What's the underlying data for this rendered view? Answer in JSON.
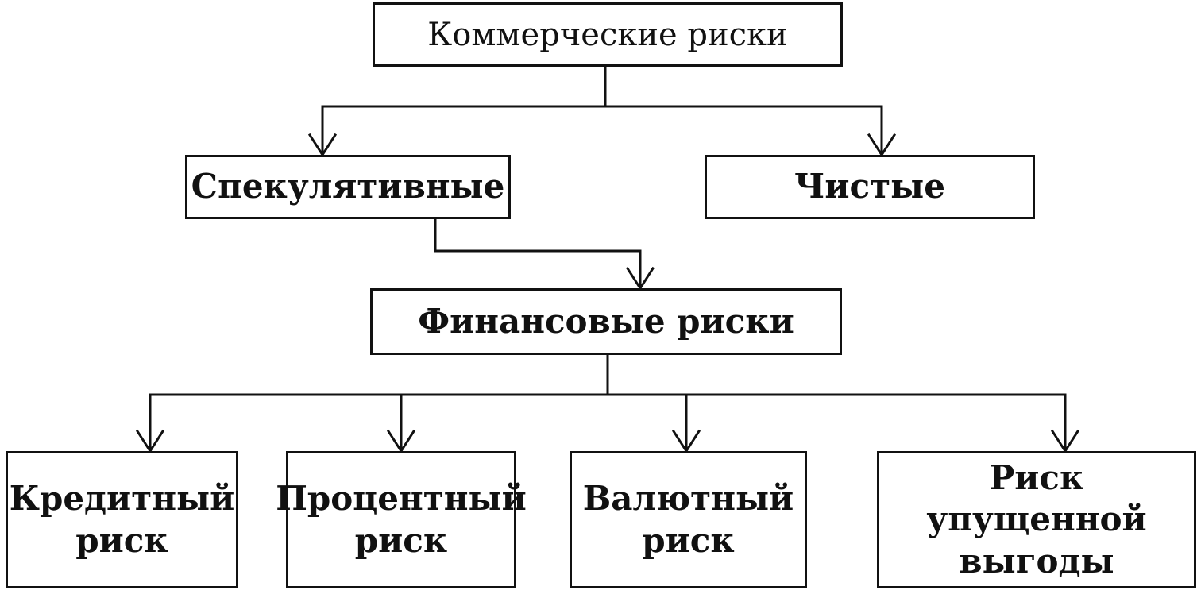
{
  "diagram": {
    "root": {
      "label": "Коммерческие риски"
    },
    "categories": [
      {
        "label": "Спекулятивные"
      },
      {
        "label": "Чистые"
      }
    ],
    "financial": {
      "label": "Финансовые риски"
    },
    "leaves": [
      {
        "label": "Кредитный\nриск"
      },
      {
        "label": "Процентный\nриск"
      },
      {
        "label": "Валютный\nриск"
      },
      {
        "label": "Риск упущенной\nвыгоды"
      }
    ],
    "edges": [
      {
        "from": "Коммерческие риски",
        "to": "Спекулятивные"
      },
      {
        "from": "Коммерческие риски",
        "to": "Чистые"
      },
      {
        "from": "Спекулятивные",
        "to": "Финансовые риски"
      },
      {
        "from": "Финансовые риски",
        "to": "Кредитный риск"
      },
      {
        "from": "Финансовые риски",
        "to": "Процентный риск"
      },
      {
        "from": "Финансовые риски",
        "to": "Валютный риск"
      },
      {
        "from": "Финансовые риски",
        "to": "Риск упущенной выгоды"
      }
    ],
    "line_color": "#111111"
  }
}
